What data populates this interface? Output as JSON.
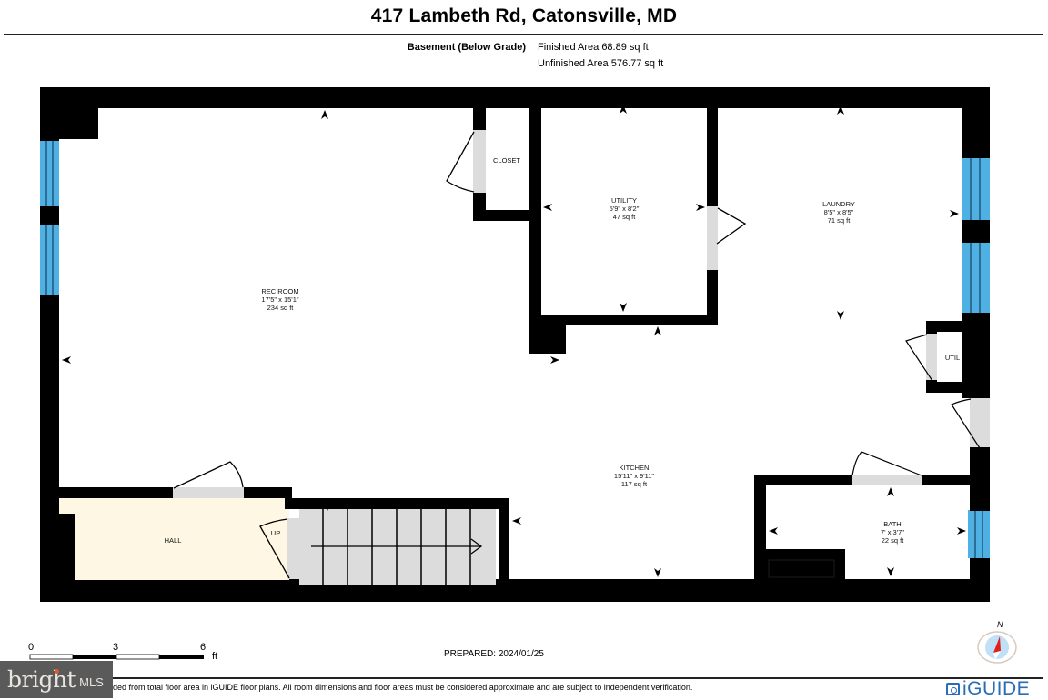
{
  "header": {
    "title": "417 Lambeth Rd, Catonsville, MD",
    "level_name": "Basement (Below Grade)",
    "finished_area": "Finished Area 68.89 sq ft",
    "unfinished_area": "Unfinished Area 576.77 sq ft"
  },
  "rooms": [
    {
      "name": "REC ROOM",
      "dimensions": "17'5\" x 15'1\"",
      "area": "234 sq ft"
    },
    {
      "name": "CLOSET"
    },
    {
      "name": "UTILITY",
      "dimensions": "5'9\" x 8'2\"",
      "area": "47 sq ft"
    },
    {
      "name": "LAUNDRY",
      "dimensions": "8'5\" x 8'5\"",
      "area": "71 sq ft"
    },
    {
      "name": "UTIL"
    },
    {
      "name": "KITCHEN",
      "dimensions": "15'11\" x 9'11\"",
      "area": "117 sq ft"
    },
    {
      "name": "BATH",
      "dimensions": "7' x 3'7\"",
      "area": "22 sq ft"
    },
    {
      "name": "HALL"
    }
  ],
  "stairs": {
    "label": "UP"
  },
  "scale_bar": {
    "ticks": [
      "0",
      "3",
      "6"
    ],
    "unit": "ft"
  },
  "compass": {
    "label": "N",
    "needle_color": "#e0201b",
    "face_color": "#bfe0f6"
  },
  "prepared": "PREPARED: 2024/01/25",
  "footer": {
    "disclaimer": "ded from total floor area in iGUIDE floor plans. All room dimensions and floor areas must be considered approximate and are subject to independent verification.",
    "bright_brand": "bright",
    "bright_suffix": "MLS",
    "iguide_brand": "iGUIDE"
  },
  "colors": {
    "wall": "#000000",
    "window": "#4fb0e3",
    "door_opening": "#dcdcdc",
    "hall_fill": "#fdf7e3",
    "stair_fill": "#dcdcdc",
    "brand_blue": "#2a6cb6"
  }
}
